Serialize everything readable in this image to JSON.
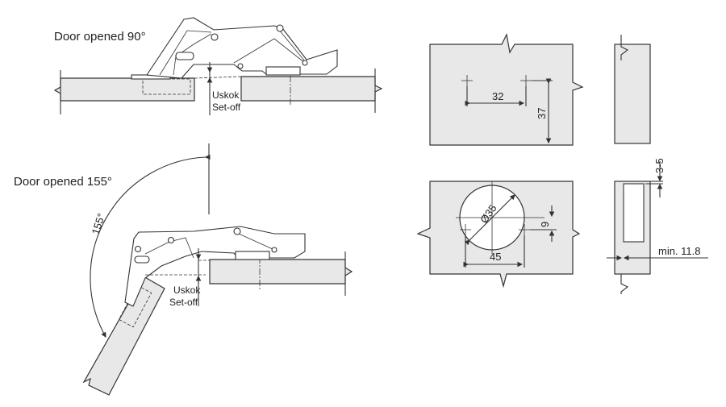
{
  "top_view": {
    "title": "Door opened 90°",
    "setoff_line1": "Uskok",
    "setoff_line2": "Set-off"
  },
  "bottom_view": {
    "title": "Door opened 155°",
    "angle_label": "155°",
    "setoff_line1": "Uskok",
    "setoff_line2": "Set-off"
  },
  "plate_drilling": {
    "hole_spacing": "32",
    "edge_distance": "37"
  },
  "cup_drilling": {
    "cup_diameter": "Ø35",
    "offset": "9",
    "spacing": "45"
  },
  "edge_details": {
    "setback": "3-5",
    "min_thickness": "min. 11.8"
  }
}
